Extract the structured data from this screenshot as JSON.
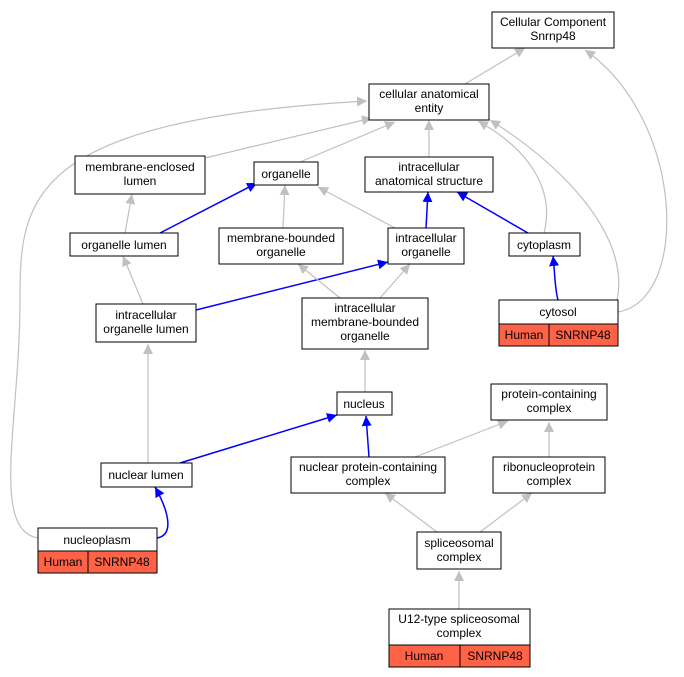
{
  "colors": {
    "is_a_edge": "#c0c0c0",
    "part_of_edge": "#0000ff",
    "annotation_fill": "#ff6347"
  },
  "nodes": {
    "root": [
      "Cellular Component",
      "Snrnp48"
    ],
    "cae": [
      "cellular anatomical",
      "entity"
    ],
    "mel": [
      "membrane-enclosed",
      "lumen"
    ],
    "organelle": [
      "organelle"
    ],
    "ias": [
      "intracellular",
      "anatomical structure"
    ],
    "olumen": [
      "organelle lumen"
    ],
    "mbo": [
      "membrane-bounded",
      "organelle"
    ],
    "io": [
      "intracellular",
      "organelle"
    ],
    "cytoplasm": [
      "cytoplasm"
    ],
    "iol": [
      "intracellular",
      "organelle lumen"
    ],
    "imbo": [
      "intracellular",
      "membrane-bounded",
      "organelle"
    ],
    "cytosol": [
      "cytosol"
    ],
    "nucleus": [
      "nucleus"
    ],
    "pcc": [
      "protein-containing",
      "complex"
    ],
    "nlumen": [
      "nuclear lumen"
    ],
    "npcc": [
      "nuclear protein-containing",
      "complex"
    ],
    "rnp": [
      "ribonucleoprotein",
      "complex"
    ],
    "nucleoplasm": [
      "nucleoplasm"
    ],
    "spliceosomal": [
      "spliceosomal",
      "complex"
    ],
    "u12": [
      "U12-type spliceosomal",
      "complex"
    ]
  },
  "annotations": {
    "cytosol": {
      "species": "Human",
      "gene": "SNRNP48"
    },
    "nucleoplasm": {
      "species": "Human",
      "gene": "SNRNP48"
    },
    "u12": {
      "species": "Human",
      "gene": "SNRNP48"
    }
  }
}
